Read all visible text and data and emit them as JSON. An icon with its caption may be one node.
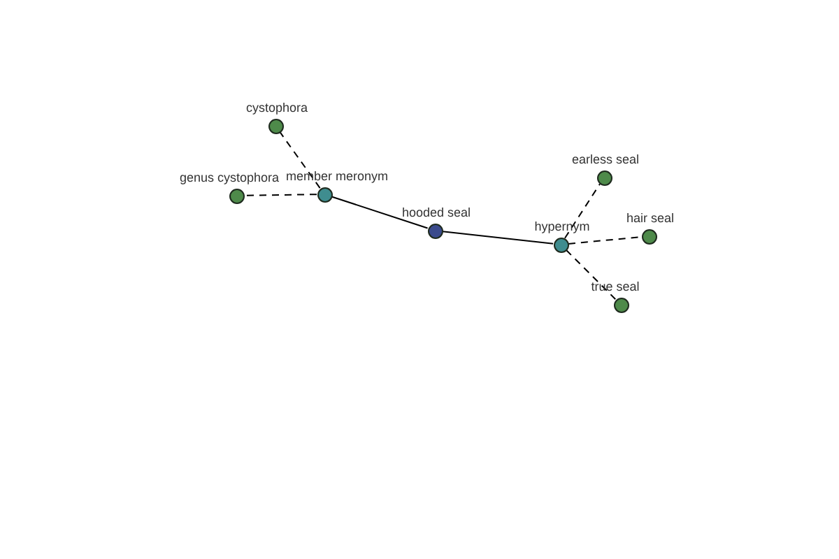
{
  "diagram": {
    "nodes": [
      {
        "text": [
          "cystophora"
        ]
      },
      {
        "text": [
          "genus cystophora"
        ]
      },
      {
        "text": [
          "member meronym"
        ]
      },
      {
        "text": [
          "hooded seal"
        ]
      },
      {
        "text": [
          "hypernym"
        ]
      },
      {
        "text": [
          "earless seal"
        ]
      },
      {
        "text": [
          "hair seal"
        ]
      },
      {
        "text": [
          "true seal"
        ]
      }
    ],
    "edges": [
      {
        "from": 2,
        "to": 0,
        "arrow": "none",
        "style": "dashed"
      },
      {
        "from": 2,
        "to": 1,
        "arrow": "none",
        "style": "dashed"
      },
      {
        "from": 3,
        "to": 2,
        "arrow": "none"
      },
      {
        "from": 3,
        "to": 4,
        "arrow": "none"
      },
      {
        "from": 4,
        "to": 5,
        "arrow": "none",
        "style": "dashed"
      },
      {
        "from": 4,
        "to": 6,
        "arrow": "none",
        "style": "dashed"
      },
      {
        "from": 4,
        "to": 7,
        "arrow": "none",
        "style": "dashed"
      }
    ]
  }
}
